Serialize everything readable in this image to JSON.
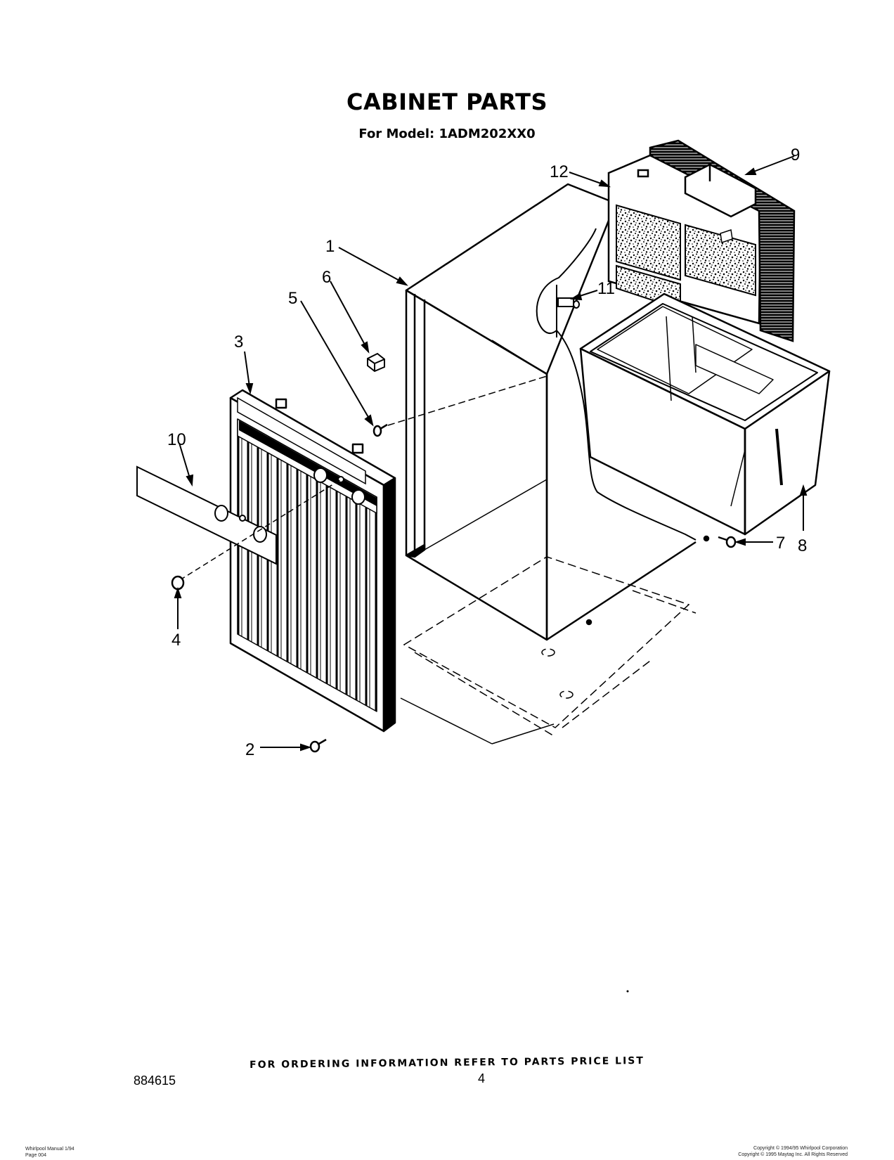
{
  "header": {
    "title": "CABINET PARTS",
    "subtitle": "For Model: 1ADM202XX0"
  },
  "callouts": {
    "c1": "1",
    "c2": "2",
    "c3": "3",
    "c4": "4",
    "c5": "5",
    "c6": "6",
    "c7": "7",
    "c8": "8",
    "c9": "9",
    "c10": "10",
    "c11": "11",
    "c12": "12"
  },
  "footer": {
    "ordering_note": "FOR ORDERING INFORMATION REFER TO PARTS PRICE LIST",
    "doc_number": "884615",
    "page_number": "4",
    "left_small_line1": "Whirlpool Manual 1/94",
    "left_small_line2": "Page 004",
    "right_small_line1": "Copyright © 1994/95 Whirlpool Corporation",
    "right_small_line2": "Copyright © 1995 Maytag Inc. All Rights Reserved"
  }
}
